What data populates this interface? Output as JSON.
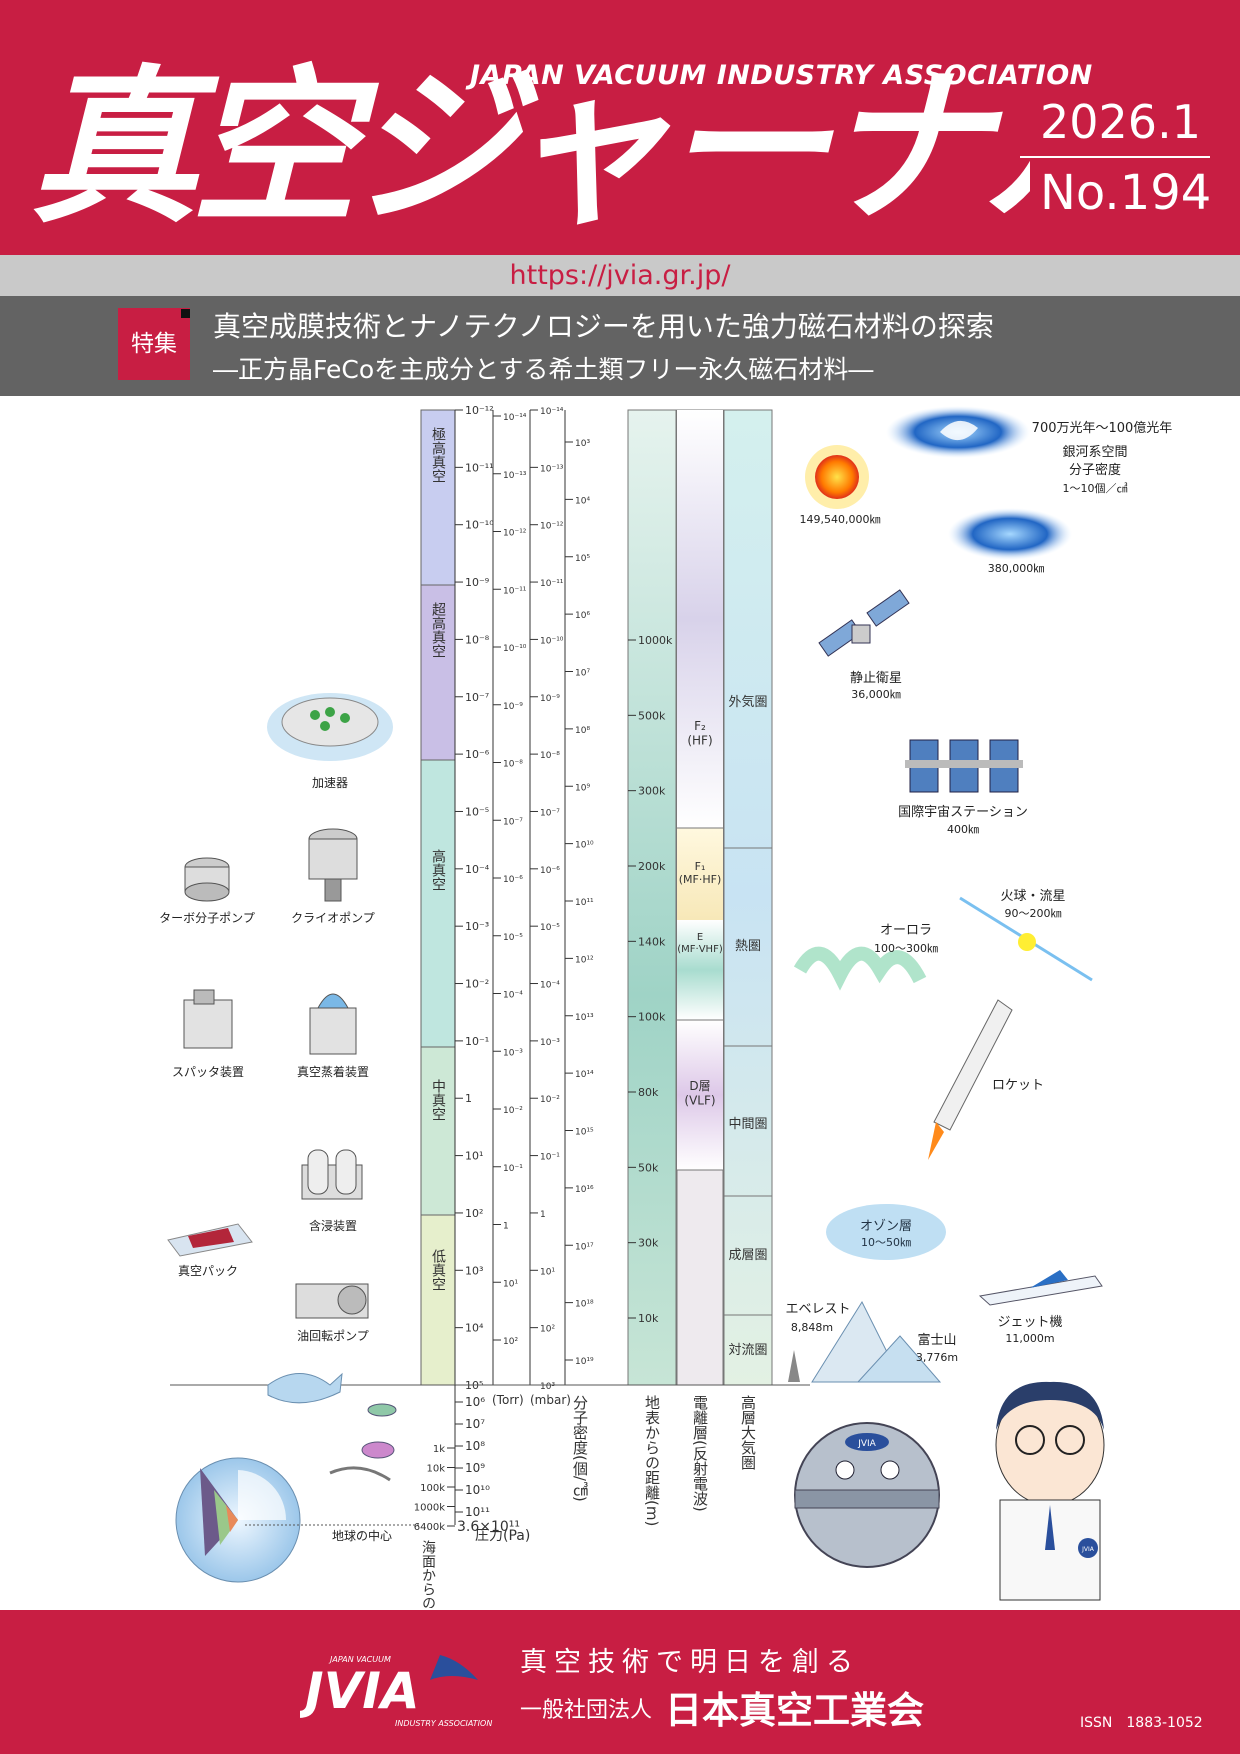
{
  "header": {
    "title": "真空ジャーナル",
    "association": "JAPAN VACUUM INDUSTRY ASSOCIATION",
    "date": "2026.1",
    "issue": "No.194",
    "url": "https://jvia.gr.jp/"
  },
  "feature": {
    "label": "特集",
    "title": "真空成膜技術とナノテクノロジーを用いた強力磁石材料の探索",
    "subtitle": "―正方晶FeCoを主成分とする希土類フリー永久磁石材料―"
  },
  "chart": {
    "vacuum_levels": [
      "極高真空",
      "超高真空",
      "高真空",
      "中真空",
      "低真空"
    ],
    "pa_ticks": [
      "10⁻¹²",
      "10⁻¹¹",
      "10⁻¹⁰",
      "10⁻⁹",
      "10⁻⁸",
      "10⁻⁷",
      "10⁻⁶",
      "10⁻⁵",
      "10⁻⁴",
      "10⁻³",
      "10⁻²",
      "10⁻¹",
      "1",
      "10¹",
      "10²",
      "10³",
      "10⁴",
      "10⁵"
    ],
    "torr_ticks": [
      "10⁻¹⁴",
      "10⁻¹³",
      "10⁻¹²",
      "10⁻¹¹",
      "10⁻¹⁰",
      "10⁻⁹",
      "10⁻⁸",
      "10⁻⁷",
      "10⁻⁶",
      "10⁻⁵",
      "10⁻⁴",
      "10⁻³",
      "10⁻²",
      "10⁻¹",
      "1",
      "10¹",
      "10²"
    ],
    "mbar_ticks": [
      "10⁻¹⁴",
      "10⁻¹³",
      "10⁻¹²",
      "10⁻¹¹",
      "10⁻¹⁰",
      "10⁻⁹",
      "10⁻⁸",
      "10⁻⁷",
      "10⁻⁶",
      "10⁻⁵",
      "10⁻⁴",
      "10⁻³",
      "10⁻²",
      "10⁻¹",
      "1",
      "10¹",
      "10²",
      "10³"
    ],
    "density_ticks": [
      "10³",
      "10⁴",
      "10⁵",
      "10⁶",
      "10⁷",
      "10⁸",
      "10⁹",
      "10¹⁰",
      "10¹¹",
      "10¹²",
      "10¹³",
      "10¹⁴",
      "10¹⁵",
      "10¹⁶",
      "10¹⁷",
      "10¹⁸",
      "10¹⁹"
    ],
    "altitude_ticks": [
      "1000k",
      "500k",
      "300k",
      "200k",
      "140k",
      "100k",
      "80k",
      "50k",
      "30k",
      "10k"
    ],
    "ionosphere": [
      "F₂\n(HF)",
      "F₁\n(MF·HF)",
      "E\n(MF·VHF)",
      "D層\n(VLF)"
    ],
    "atmosphere": [
      "外気圏",
      "熱圏",
      "中間圏",
      "成層圏",
      "対流圏"
    ],
    "deep_pa_ticks": [
      "10⁶",
      "10⁷",
      "10⁸",
      "10⁹",
      "10¹⁰",
      "10¹¹"
    ],
    "deep_depth_ticks": [
      "1k",
      "10k",
      "100k",
      "1000k",
      "6400k"
    ],
    "deep_bottom": "3.6×10¹¹",
    "axis_labels": {
      "depth": "海面からの距離(m)",
      "pressure": "圧力(Pa)",
      "torr": "(Torr)",
      "mbar": "(mbar)",
      "density": "分子密度(個/㎤)",
      "altitude": "地表からの距離(m)",
      "ionosphere": "電離層(反射電波)",
      "atmosphere": "高層大気圏"
    },
    "left_items": [
      "加速器",
      "ターボ分子ポンプ",
      "クライオポンプ",
      "スパッタ装置",
      "真空蒸着装置",
      "含浸装置",
      "真空パック",
      "油回転ポンプ",
      "地球の中心"
    ],
    "right_items": {
      "galaxy": "700万光年～100億光年",
      "galaxy_space": "銀河系空間",
      "galaxy_density_label": "分子密度",
      "galaxy_density": "1～10個／㎤",
      "sun": "149,540,000㎞",
      "moon": "380,000㎞",
      "satellite": "静止衛星",
      "satellite_alt": "36,000㎞",
      "iss": "国際宇宙ステーション",
      "iss_alt": "400㎞",
      "meteor": "火球・流星",
      "meteor_alt": "90～200㎞",
      "aurora": "オーロラ",
      "aurora_alt": "100～300㎞",
      "rocket": "ロケット",
      "ozone": "オゾン層",
      "ozone_alt": "10～50㎞",
      "everest": "エベレスト",
      "everest_alt": "8,848m",
      "fuji": "富士山",
      "fuji_alt": "3,776m",
      "jet": "ジェット機",
      "jet_alt": "11,000m"
    },
    "mascot_badge": "JVIA"
  },
  "footer": {
    "slogan": "真空技術で明日を創る",
    "corp_prefix": "一般社団法人",
    "corp_name": "日本真空工業会",
    "issn": "ISSN　1883-1052",
    "logo_top": "JAPAN VACUUM",
    "logo_main": "JVIA",
    "logo_bottom": "INDUSTRY ASSOCIATION"
  },
  "colors": {
    "brand": "#c81e43",
    "gray_bar": "#636363",
    "url_bar": "#c9c9c9"
  }
}
